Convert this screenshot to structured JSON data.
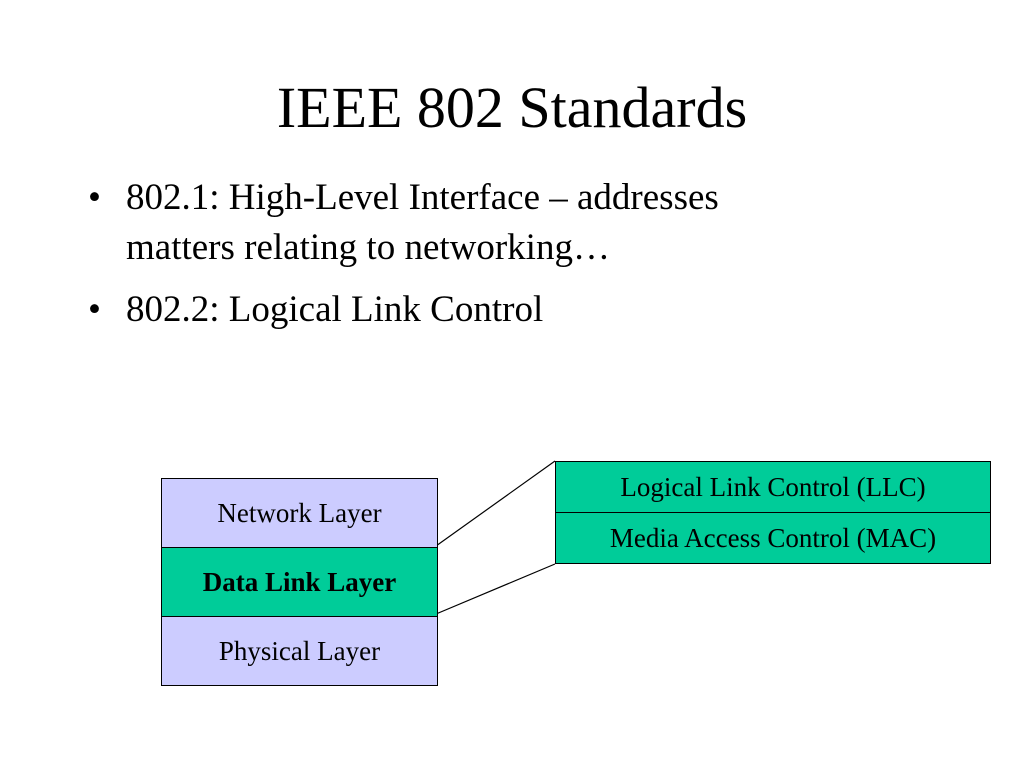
{
  "slide": {
    "title": "IEEE 802 Standards"
  },
  "bullets": [
    {
      "mark": "•",
      "line1": "802.1: High-Level Interface – addresses",
      "line2": "matters relating to networking…"
    },
    {
      "mark": "•",
      "line1": "802.2: Logical Link Control"
    }
  ],
  "diagram": {
    "layers": [
      "Network Layer",
      "Data Link Layer",
      "Physical Layer"
    ],
    "sublayers": [
      "Logical Link Control (LLC)",
      "Media Access Control (MAC)"
    ],
    "colors": {
      "layer_fill": "#ccccff",
      "highlight_fill": "#00cc99",
      "border": "#000000"
    }
  }
}
